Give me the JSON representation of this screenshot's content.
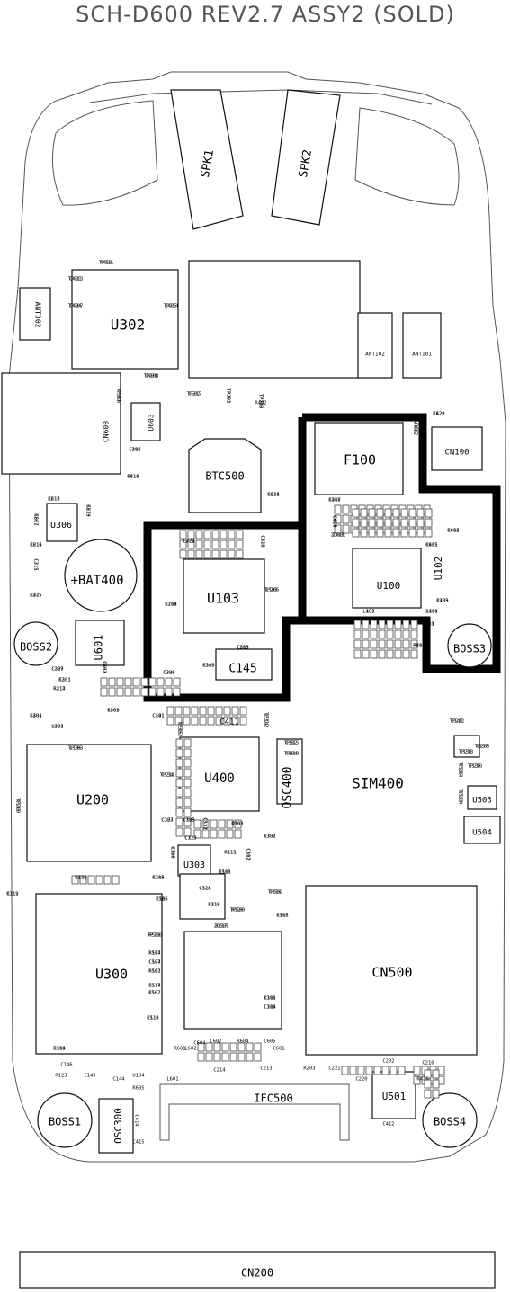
{
  "title": "SCH-D600 REV2.7 ASSY2 (SOLD)",
  "large_labels": [
    {
      "id": "spk1",
      "text": "SPK1"
    },
    {
      "id": "spk2",
      "text": "SPK2"
    },
    {
      "id": "u302",
      "text": "U302"
    },
    {
      "id": "f100",
      "text": "F100"
    },
    {
      "id": "btc500",
      "text": "BTC500"
    },
    {
      "id": "bat400",
      "text": "+BAT400"
    },
    {
      "id": "u103",
      "text": "U103"
    },
    {
      "id": "u100",
      "text": "U100"
    },
    {
      "id": "u102",
      "text": "U102"
    },
    {
      "id": "boss2",
      "text": "BOSS2"
    },
    {
      "id": "boss3",
      "text": "BOSS3"
    },
    {
      "id": "u601",
      "text": "U601"
    },
    {
      "id": "c145",
      "text": "C145"
    },
    {
      "id": "u200",
      "text": "U200"
    },
    {
      "id": "u400",
      "text": "U400"
    },
    {
      "id": "osc400",
      "text": "OSC400"
    },
    {
      "id": "sim400",
      "text": "SIM400"
    },
    {
      "id": "u300",
      "text": "U300"
    },
    {
      "id": "cn500",
      "text": "CN500"
    },
    {
      "id": "ifc500",
      "text": "IFC500"
    },
    {
      "id": "boss1",
      "text": "BOSS1"
    },
    {
      "id": "boss4",
      "text": "BOSS4"
    },
    {
      "id": "osc300",
      "text": "OSC300"
    },
    {
      "id": "u501",
      "text": "U501"
    },
    {
      "id": "cn200",
      "text": "CN200"
    },
    {
      "id": "cn600",
      "text": "CN600"
    },
    {
      "id": "cn100",
      "text": "CN100"
    },
    {
      "id": "ant302",
      "text": "ANT302"
    },
    {
      "id": "ant102",
      "text": "ANT102"
    },
    {
      "id": "ant101",
      "text": "ANT101"
    },
    {
      "id": "u303",
      "text": "U303"
    },
    {
      "id": "u306",
      "text": "U306"
    },
    {
      "id": "u503",
      "text": "U503"
    },
    {
      "id": "u504",
      "text": "U504"
    },
    {
      "id": "u603",
      "text": "U603"
    },
    {
      "id": "c411",
      "text": "C411"
    }
  ],
  "small_labels": [
    {
      "id": "tp311",
      "text": "TP311"
    },
    {
      "id": "tp313",
      "text": "TP313"
    },
    {
      "id": "tp307",
      "text": "TP307"
    },
    {
      "id": "tp314",
      "text": "TP314"
    },
    {
      "id": "tp308",
      "text": "TP308"
    },
    {
      "id": "tp316",
      "text": "TP316"
    },
    {
      "id": "tp317",
      "text": "TP317"
    },
    {
      "id": "tp202",
      "text": "TP202"
    },
    {
      "id": "tp310",
      "text": "TP310"
    },
    {
      "id": "c315",
      "text": "C315"
    },
    {
      "id": "r619",
      "text": "R619"
    },
    {
      "id": "vr602",
      "text": "VR602"
    },
    {
      "id": "r620",
      "text": "R620"
    },
    {
      "id": "r621",
      "text": "R621"
    },
    {
      "id": "r618",
      "text": "R618"
    },
    {
      "id": "r607",
      "text": "R607"
    },
    {
      "id": "r613",
      "text": "R613"
    },
    {
      "id": "r614",
      "text": "R614"
    },
    {
      "id": "c315b",
      "text": "C315"
    },
    {
      "id": "r315",
      "text": "R315"
    },
    {
      "id": "c322",
      "text": "C322"
    },
    {
      "id": "c316",
      "text": "C316"
    },
    {
      "id": "r308",
      "text": "R308"
    },
    {
      "id": "c610",
      "text": "C610"
    },
    {
      "id": "zd601",
      "text": "ZD601"
    },
    {
      "id": "c613",
      "text": "C613"
    },
    {
      "id": "c611",
      "text": "C611"
    },
    {
      "id": "c109",
      "text": "C109"
    },
    {
      "id": "l103",
      "text": "L103"
    },
    {
      "id": "l102",
      "text": "L102"
    },
    {
      "id": "r109",
      "text": "R109"
    },
    {
      "id": "l101",
      "text": "L101"
    },
    {
      "id": "c503",
      "text": "C503"
    },
    {
      "id": "r519",
      "text": "R519"
    },
    {
      "id": "c519",
      "text": "C519"
    },
    {
      "id": "r313",
      "text": "R313"
    },
    {
      "id": "c320",
      "text": "C320"
    },
    {
      "id": "c329",
      "text": "C329"
    },
    {
      "id": "c331",
      "text": "C331"
    },
    {
      "id": "r314",
      "text": "R314"
    },
    {
      "id": "c303",
      "text": "C303"
    },
    {
      "id": "c304",
      "text": "C304"
    },
    {
      "id": "u304",
      "text": "U304"
    },
    {
      "id": "r309",
      "text": "R309"
    },
    {
      "id": "c141",
      "text": "C141"
    },
    {
      "id": "l115",
      "text": "L115"
    },
    {
      "id": "l114",
      "text": "L114"
    },
    {
      "id": "c142",
      "text": "C142"
    },
    {
      "id": "c137",
      "text": "C137"
    },
    {
      "id": "c138",
      "text": "C138"
    },
    {
      "id": "c135",
      "text": "C135"
    },
    {
      "id": "c136",
      "text": "C136"
    },
    {
      "id": "l113",
      "text": "L113"
    },
    {
      "id": "l106",
      "text": "L106"
    },
    {
      "id": "c133",
      "text": "C133"
    },
    {
      "id": "c132",
      "text": "C132"
    },
    {
      "id": "c104",
      "text": "C104"
    },
    {
      "id": "c134",
      "text": "C134"
    },
    {
      "id": "c123",
      "text": "C123"
    },
    {
      "id": "c129",
      "text": "C129"
    },
    {
      "id": "c131",
      "text": "C131"
    },
    {
      "id": "c105",
      "text": "C105"
    },
    {
      "id": "c101",
      "text": "C101"
    },
    {
      "id": "r110",
      "text": "R110"
    },
    {
      "id": "c125",
      "text": "C125"
    },
    {
      "id": "r111",
      "text": "R111"
    },
    {
      "id": "c103",
      "text": "C103"
    },
    {
      "id": "c102",
      "text": "C102"
    },
    {
      "id": "c128",
      "text": "C128"
    },
    {
      "id": "c126",
      "text": "C126"
    },
    {
      "id": "c119",
      "text": "C119"
    },
    {
      "id": "r119",
      "text": "R119"
    },
    {
      "id": "r118",
      "text": "R118"
    },
    {
      "id": "r120",
      "text": "R120"
    },
    {
      "id": "c118",
      "text": "C118"
    },
    {
      "id": "r116",
      "text": "R116"
    },
    {
      "id": "r115",
      "text": "R115"
    },
    {
      "id": "r117",
      "text": "R117"
    },
    {
      "id": "tp100",
      "text": "TP100"
    },
    {
      "id": "r104",
      "text": "R104"
    },
    {
      "id": "c127",
      "text": "C127"
    },
    {
      "id": "r101",
      "text": "R101"
    },
    {
      "id": "c117",
      "text": "C117"
    },
    {
      "id": "r107",
      "text": "R107"
    },
    {
      "id": "c110",
      "text": "C110"
    },
    {
      "id": "c111",
      "text": "C111"
    },
    {
      "id": "c106",
      "text": "C106"
    },
    {
      "id": "c114",
      "text": "C114"
    },
    {
      "id": "c146",
      "text": "C146"
    },
    {
      "id": "r123",
      "text": "R123"
    },
    {
      "id": "c143",
      "text": "C143"
    },
    {
      "id": "c144",
      "text": "C144"
    },
    {
      "id": "u104",
      "text": "U104"
    },
    {
      "id": "r605",
      "text": "R605"
    },
    {
      "id": "l601",
      "text": "L601"
    },
    {
      "id": "r601",
      "text": "R601"
    },
    {
      "id": "l602",
      "text": "L602"
    },
    {
      "id": "c604",
      "text": "C604"
    },
    {
      "id": "c602",
      "text": "C602"
    },
    {
      "id": "r604",
      "text": "R604"
    },
    {
      "id": "c605",
      "text": "C605"
    },
    {
      "id": "c601",
      "text": "C601"
    },
    {
      "id": "c213",
      "text": "C213"
    },
    {
      "id": "c214",
      "text": "C214"
    },
    {
      "id": "r203",
      "text": "R203"
    },
    {
      "id": "c221",
      "text": "C221"
    },
    {
      "id": "c220",
      "text": "C220"
    },
    {
      "id": "c202",
      "text": "C202"
    },
    {
      "id": "c210",
      "text": "C210"
    },
    {
      "id": "r426",
      "text": "R426"
    },
    {
      "id": "c412",
      "text": "C412"
    },
    {
      "id": "c414",
      "text": "C414"
    },
    {
      "id": "c415",
      "text": "C415"
    },
    {
      "id": "r402",
      "text": "R402"
    },
    {
      "id": "c418",
      "text": "C418"
    },
    {
      "id": "q401",
      "text": "Q401"
    },
    {
      "id": "c404",
      "text": "C404"
    },
    {
      "id": "c405",
      "text": "C405"
    },
    {
      "id": "d401",
      "text": "D401"
    },
    {
      "id": "c501",
      "text": "C501"
    },
    {
      "id": "c502",
      "text": "C502"
    },
    {
      "id": "tp201",
      "text": "TP201"
    },
    {
      "id": "tp205",
      "text": "TP205"
    },
    {
      "id": "c408",
      "text": "C408"
    },
    {
      "id": "c419",
      "text": "C419"
    },
    {
      "id": "c406",
      "text": "C406"
    },
    {
      "id": "c422",
      "text": "C422"
    },
    {
      "id": "c218",
      "text": "C218"
    },
    {
      "id": "c217",
      "text": "C217"
    },
    {
      "id": "c201",
      "text": "C201"
    },
    {
      "id": "c219",
      "text": "C219"
    },
    {
      "id": "c216",
      "text": "C216"
    },
    {
      "id": "c211",
      "text": "C211"
    },
    {
      "id": "c425",
      "text": "C425"
    },
    {
      "id": "c424",
      "text": "C424"
    },
    {
      "id": "c423",
      "text": "C423"
    },
    {
      "id": "c417",
      "text": "C417"
    },
    {
      "id": "c416",
      "text": "C416"
    },
    {
      "id": "c413",
      "text": "C413"
    },
    {
      "id": "r406",
      "text": "R406"
    },
    {
      "id": "r405",
      "text": "R405"
    },
    {
      "id": "r214",
      "text": "R214"
    },
    {
      "id": "tp206",
      "text": "TP206"
    },
    {
      "id": "l401",
      "text": "L401"
    },
    {
      "id": "c403",
      "text": "C403"
    },
    {
      "id": "r410",
      "text": "R410"
    },
    {
      "id": "r411",
      "text": "R411"
    },
    {
      "id": "r403",
      "text": "R403"
    },
    {
      "id": "c209",
      "text": "C209"
    },
    {
      "id": "c206",
      "text": "C206"
    },
    {
      "id": "c208",
      "text": "C208"
    },
    {
      "id": "c207",
      "text": "C207"
    },
    {
      "id": "r201",
      "text": "R201"
    },
    {
      "id": "r217",
      "text": "R217"
    },
    {
      "id": "u402",
      "text": "U402"
    },
    {
      "id": "r401",
      "text": "R401"
    },
    {
      "id": "l402",
      "text": "L402"
    },
    {
      "id": "c402",
      "text": "C402"
    },
    {
      "id": "c401",
      "text": "C401"
    },
    {
      "id": "tp302",
      "text": "TP302"
    },
    {
      "id": "tp312",
      "text": "TP312"
    },
    {
      "id": "tp212",
      "text": "TP212"
    },
    {
      "id": "tp205b",
      "text": "TP205"
    },
    {
      "id": "tp213",
      "text": "TP213"
    },
    {
      "id": "tp210",
      "text": "TP210"
    },
    {
      "id": "tp214",
      "text": "TP214"
    },
    {
      "id": "tp204",
      "text": "TP204"
    },
    {
      "id": "tp303",
      "text": "TP303"
    },
    {
      "id": "tp209",
      "text": "TP209"
    },
    {
      "id": "tp315",
      "text": "TP315"
    },
    {
      "id": "tp218",
      "text": "TP218"
    },
    {
      "id": "tp211",
      "text": "TP211"
    },
    {
      "id": "c307",
      "text": "C307"
    },
    {
      "id": "c305",
      "text": "C305"
    },
    {
      "id": "c512",
      "text": "C512"
    },
    {
      "id": "d302",
      "text": "D302"
    },
    {
      "id": "r302",
      "text": "R302"
    },
    {
      "id": "c306",
      "text": "C306"
    },
    {
      "id": "c313",
      "text": "C313"
    },
    {
      "id": "r515",
      "text": "R515"
    },
    {
      "id": "r516",
      "text": "R516"
    },
    {
      "id": "c311",
      "text": "C311"
    },
    {
      "id": "c318",
      "text": "C318"
    },
    {
      "id": "r310",
      "text": "R310"
    },
    {
      "id": "r305",
      "text": "R305"
    },
    {
      "id": "c312",
      "text": "C312"
    },
    {
      "id": "c310",
      "text": "C310"
    },
    {
      "id": "tp500",
      "text": "TP500"
    },
    {
      "id": "tp502",
      "text": "TP502"
    },
    {
      "id": "c505",
      "text": "C505"
    },
    {
      "id": "c506",
      "text": "C506"
    },
    {
      "id": "zd501",
      "text": "ZD501"
    },
    {
      "id": "r518",
      "text": "R518"
    },
    {
      "id": "r517",
      "text": "R517"
    },
    {
      "id": "c504",
      "text": "C504"
    },
    {
      "id": "r512",
      "text": "R512"
    },
    {
      "id": "r514",
      "text": "R514"
    },
    {
      "id": "c507",
      "text": "C507"
    },
    {
      "id": "r513",
      "text": "R513"
    },
    {
      "id": "r306",
      "text": "R306"
    },
    {
      "id": "c314",
      "text": "C314"
    },
    {
      "id": "r308b",
      "text": "R308"
    }
  ]
}
